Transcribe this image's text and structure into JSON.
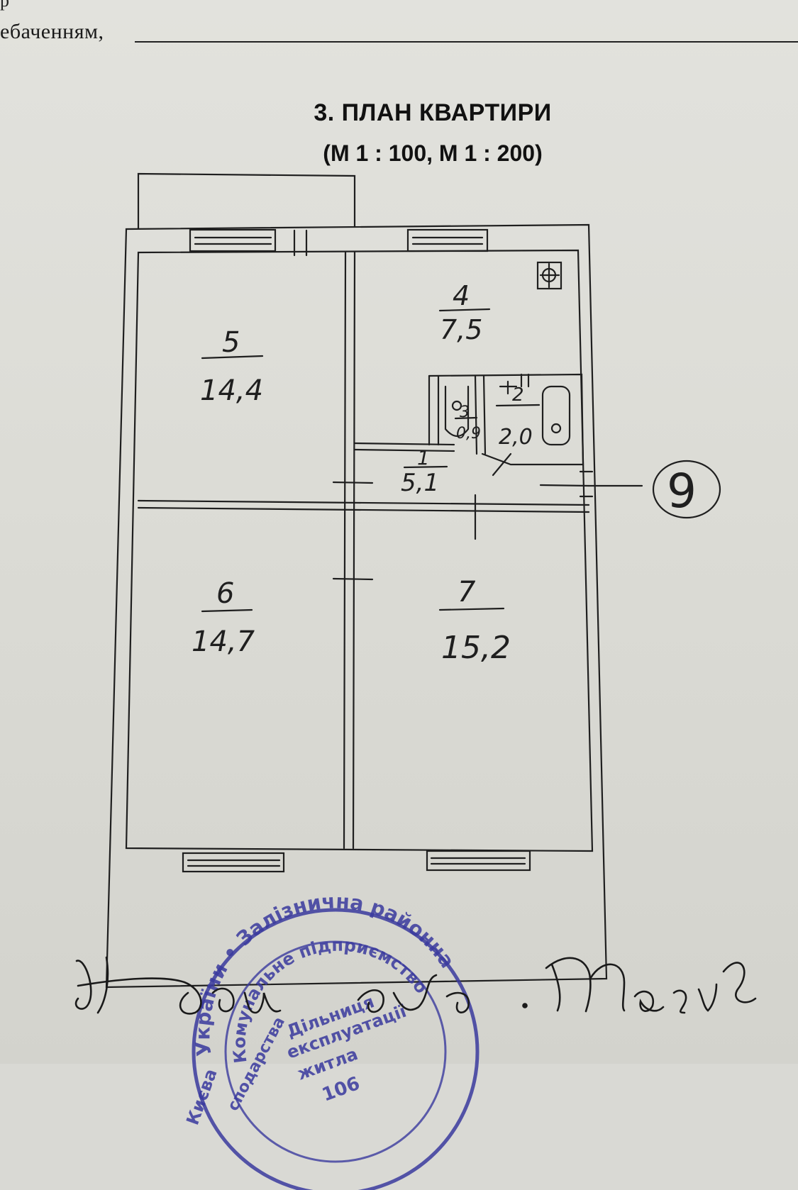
{
  "header": {
    "cut_off_text": "р",
    "line_label": "ебаченням,"
  },
  "section": {
    "title": "3. ПЛАН КВАРТИРИ",
    "scale": "(М 1 : 100, М 1 : 200)"
  },
  "rooms": [
    {
      "number": "1",
      "area": "5,1"
    },
    {
      "number": "2",
      "area": "2,0"
    },
    {
      "number": "3",
      "area": "0,9"
    },
    {
      "number": "4",
      "area": "7,5"
    },
    {
      "number": "5",
      "area": "14,4"
    },
    {
      "number": "6",
      "area": "14,7"
    },
    {
      "number": "7",
      "area": "15,2"
    }
  ],
  "apartment_marker": "9",
  "stamp": {
    "text_outer": "України • Залізнична районна",
    "text_inner": "Комунальне підприємство",
    "text_left": "Києва",
    "text_left2": "сподарства",
    "center_line1": "Дільниця",
    "center_line2": "експлуатації",
    "center_line3": "житла",
    "center_line4": "106"
  },
  "signature": "Хомич Олена Мастер",
  "colors": {
    "ink": "#1f1f1f",
    "stamp": "#3a3a9e",
    "paper": "#dcdcd6"
  }
}
